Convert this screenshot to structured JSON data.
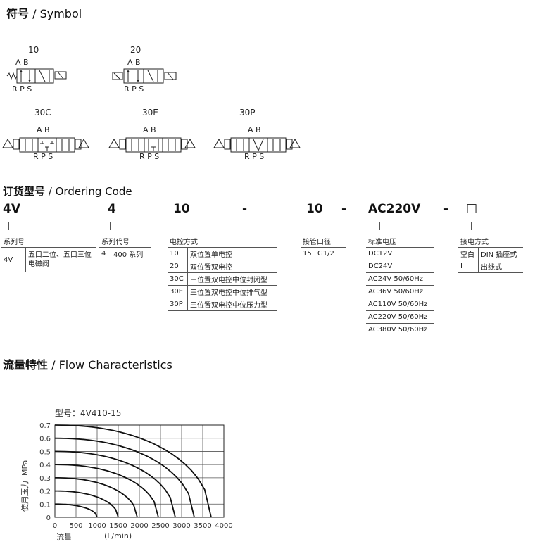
{
  "symbol": {
    "heading_cn": "符号",
    "heading_en": " / Symbol",
    "labels": [
      "10",
      "20",
      "30C",
      "30E",
      "30P"
    ],
    "ports_top": "A B",
    "ports_bottom": "R P S"
  },
  "ordering": {
    "heading_cn": "订货型号",
    "heading_en": " / Ordering Code",
    "codes": [
      "4V",
      "4",
      "10",
      "-",
      "10",
      "-",
      "AC220V",
      "-",
      "□"
    ],
    "series": {
      "title": "系列号",
      "rows": [
        [
          "4V",
          "五口二位、五口三位电磁阀"
        ]
      ]
    },
    "series_code": {
      "title": "系列代号",
      "rows": [
        [
          "4",
          "400 系列"
        ]
      ]
    },
    "control": {
      "title": "电控方式",
      "rows": [
        [
          "10",
          "双位置单电控"
        ],
        [
          "20",
          "双位置双电控"
        ],
        [
          "30C",
          "三位置双电控中位封闭型"
        ],
        [
          "30E",
          "三位置双电控中位排气型"
        ],
        [
          "30P",
          "三位置双电控中位压力型"
        ]
      ]
    },
    "port": {
      "title": "接管口径",
      "rows": [
        [
          "15",
          "G1/2"
        ]
      ]
    },
    "voltage": {
      "title": "标准电压",
      "rows": [
        "DC12V",
        "DC24V",
        "AC24V 50/60Hz",
        "AC36V 50/60Hz",
        "AC110V 50/60Hz",
        "AC220V 50/60Hz",
        "AC380V 50/60Hz"
      ]
    },
    "wiring": {
      "title": "接电方式",
      "rows": [
        [
          "空白",
          "DIN 插座式"
        ],
        [
          "I",
          "出线式"
        ]
      ]
    }
  },
  "flow": {
    "heading_cn": "流量特性",
    "heading_en": " / Flow Characteristics"
  },
  "chart_data": {
    "type": "line",
    "title": "型号：4V410-15",
    "xlabel": "流量",
    "xunit": "(L/min)",
    "ylabel": "使用压力",
    "yunit": "MPa",
    "xlim": [
      0,
      4000
    ],
    "ylim": [
      0,
      0.7
    ],
    "xticks": [
      0,
      500,
      1000,
      1500,
      2000,
      2500,
      3000,
      3500,
      4000
    ],
    "yticks": [
      0,
      0.1,
      0.2,
      0.3,
      0.4,
      0.5,
      0.6,
      0.7
    ],
    "grid": true,
    "series": [
      {
        "start_pressure": 0.1,
        "zero_flow": 1000
      },
      {
        "start_pressure": 0.2,
        "zero_flow": 1500
      },
      {
        "start_pressure": 0.3,
        "zero_flow": 1950
      },
      {
        "start_pressure": 0.4,
        "zero_flow": 2450
      },
      {
        "start_pressure": 0.5,
        "zero_flow": 2850
      },
      {
        "start_pressure": 0.6,
        "zero_flow": 3300
      },
      {
        "start_pressure": 0.7,
        "zero_flow": 3700
      }
    ]
  }
}
